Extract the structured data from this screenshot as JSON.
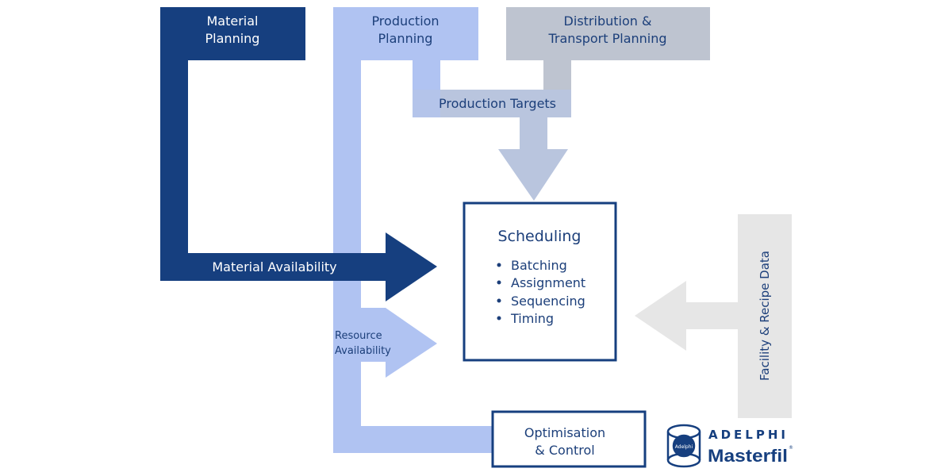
{
  "colors": {
    "dark_blue": "#163f7f",
    "light_blue": "#b0c3f2",
    "grey_blue": "#bec4d0",
    "target_arrow": "#b9c5de",
    "light_grey": "#e6e6e6",
    "text_dark": "#1c3f7a",
    "text_light": "#ffffff"
  },
  "nodes": {
    "material_planning": {
      "line1": "Material",
      "line2": "Planning"
    },
    "production_planning": {
      "line1": "Production",
      "line2": "Planning"
    },
    "distribution_planning": {
      "line1": "Distribution &",
      "line2": "Transport Planning"
    },
    "production_targets": {
      "label": "Production Targets"
    },
    "material_availability": {
      "label": "Material Availability"
    },
    "resource_availability": {
      "line1": "Resource",
      "line2": "Availability"
    },
    "facility_recipe_data": {
      "label": "Facility & Recipe Data"
    },
    "optimisation_control": {
      "line1": "Optimisation",
      "line2": "& Control"
    }
  },
  "scheduling": {
    "title": "Scheduling",
    "items": [
      "Batching",
      "Assignment",
      "Sequencing",
      "Timing"
    ]
  },
  "logo": {
    "brand_top": "ADELPHI",
    "brand_bottom": "Masterfil",
    "badge_text": "Adelphi",
    "registered": "®"
  }
}
